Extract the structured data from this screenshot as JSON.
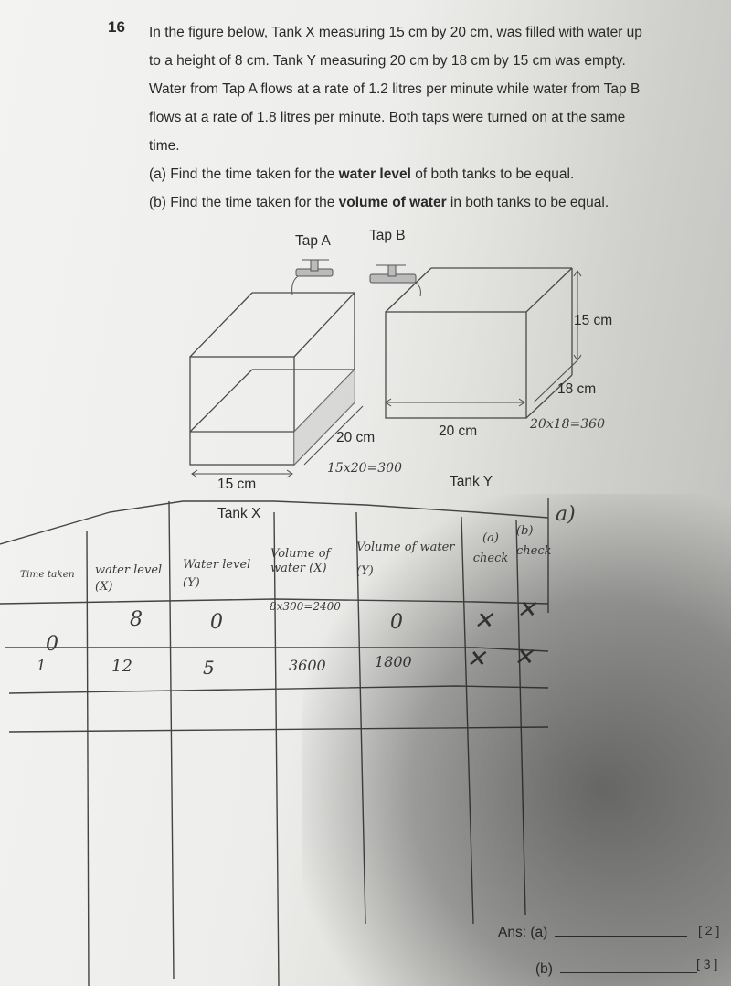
{
  "question": {
    "number": "16",
    "text_lines": [
      "In the figure below, Tank X measuring 15 cm by 20 cm, was filled with water up",
      "to a height of 8 cm. Tank Y measuring 20 cm by 18 cm by 15 cm was empty.",
      "Water from Tap A flows at a rate of 1.2 litres per minute while water from Tap B",
      "flows at a rate of 1.8 litres per minute. Both taps were turned on at the same",
      "time."
    ],
    "part_a_prefix": "(a) Find the time taken for the ",
    "part_a_bold": "water level",
    "part_a_suffix": " of both tanks to be equal.",
    "part_b_prefix": "(b) Find the time taken for the ",
    "part_b_bold": "volume of water",
    "part_b_suffix": " in both tanks to be equal."
  },
  "figure": {
    "tap_a": "Tap A",
    "tap_b": "Tap B",
    "tank_x_width": "15 cm",
    "tank_x_depth": "20 cm",
    "tank_x_name": "Tank X",
    "tank_y_height": "15 cm",
    "tank_y_depth": "18 cm",
    "tank_y_width": "20 cm",
    "tank_y_name": "Tank Y"
  },
  "handwriting": {
    "base_y": "20x18=360",
    "base_x": "15x20=300",
    "part_label": "a)"
  },
  "table": {
    "headers": [
      "Time taken",
      "water level (X)",
      "Water level (Y)",
      "Volume of water (X)",
      "Volume of water (Y)",
      "(a) check",
      "(b) check"
    ],
    "rows": [
      [
        "0",
        "8",
        "0",
        "8x300=2400",
        "0",
        "✕",
        "✕"
      ],
      [
        "1",
        "12",
        "5",
        "3600",
        "1800",
        "✕",
        "✕"
      ]
    ]
  },
  "answers": {
    "a_label": "Ans: (a)",
    "a_marks": "[ 2 ]",
    "b_label": "(b)",
    "b_marks": "[ 3 ]"
  }
}
